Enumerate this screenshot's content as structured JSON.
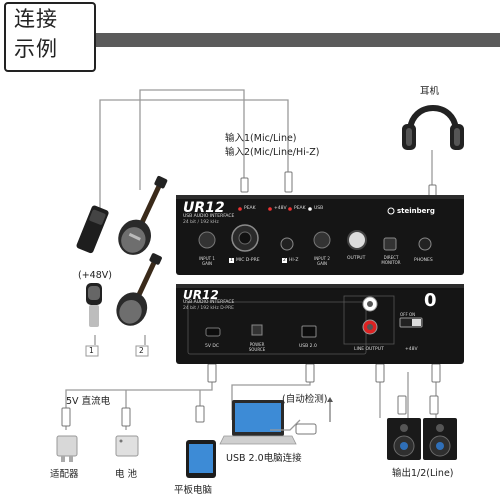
{
  "title": {
    "line1": "连接",
    "line2": "示例"
  },
  "labels": {
    "headphones": "耳机",
    "input1": "输入1(Mic/Line)",
    "input2": "输入2(Mic/Line/Hi-Z)",
    "phantom": "(+48V)",
    "power5v": "5V 直流电",
    "adapter": "适配器",
    "battery": "电 池",
    "tablet": "平板电脑",
    "auto_detect": "(自动检测)",
    "usb_connect": "USB 2.0电脑连接",
    "output": "输出1/2(Line)",
    "port1": "1",
    "port2": "2"
  },
  "device_front": {
    "model": "UR12",
    "sub1": "USB AUDIO INTERFACE",
    "sub2": "24 bit / 192 kHz",
    "brand": "steinberg",
    "peak1": "PEAK",
    "p48": "+48V",
    "peak2": "PEAK",
    "usb": "USB",
    "input1_gain": "INPUT 1 GAIN",
    "mic_dpre": "MIC D-PRE",
    "hiz": "HI-Z",
    "input2_gain": "INPUT 2 GAIN",
    "output_knob": "OUTPUT",
    "direct_monitor": "DIRECT MONITOR",
    "phones": "PHONES",
    "ch1": "1",
    "ch2": "2"
  },
  "device_rear": {
    "model": "UR12",
    "sub1": "USB AUDIO INTERFACE",
    "sub2": "24 bit / 192 kHz D-PRE",
    "dc": "5V DC",
    "power_source": "POWER SOURCE",
    "usb20": "USB 2.0",
    "line_output": "LINE OUTPUT",
    "p48": "+48V",
    "off_on": "OFF ON"
  }
}
